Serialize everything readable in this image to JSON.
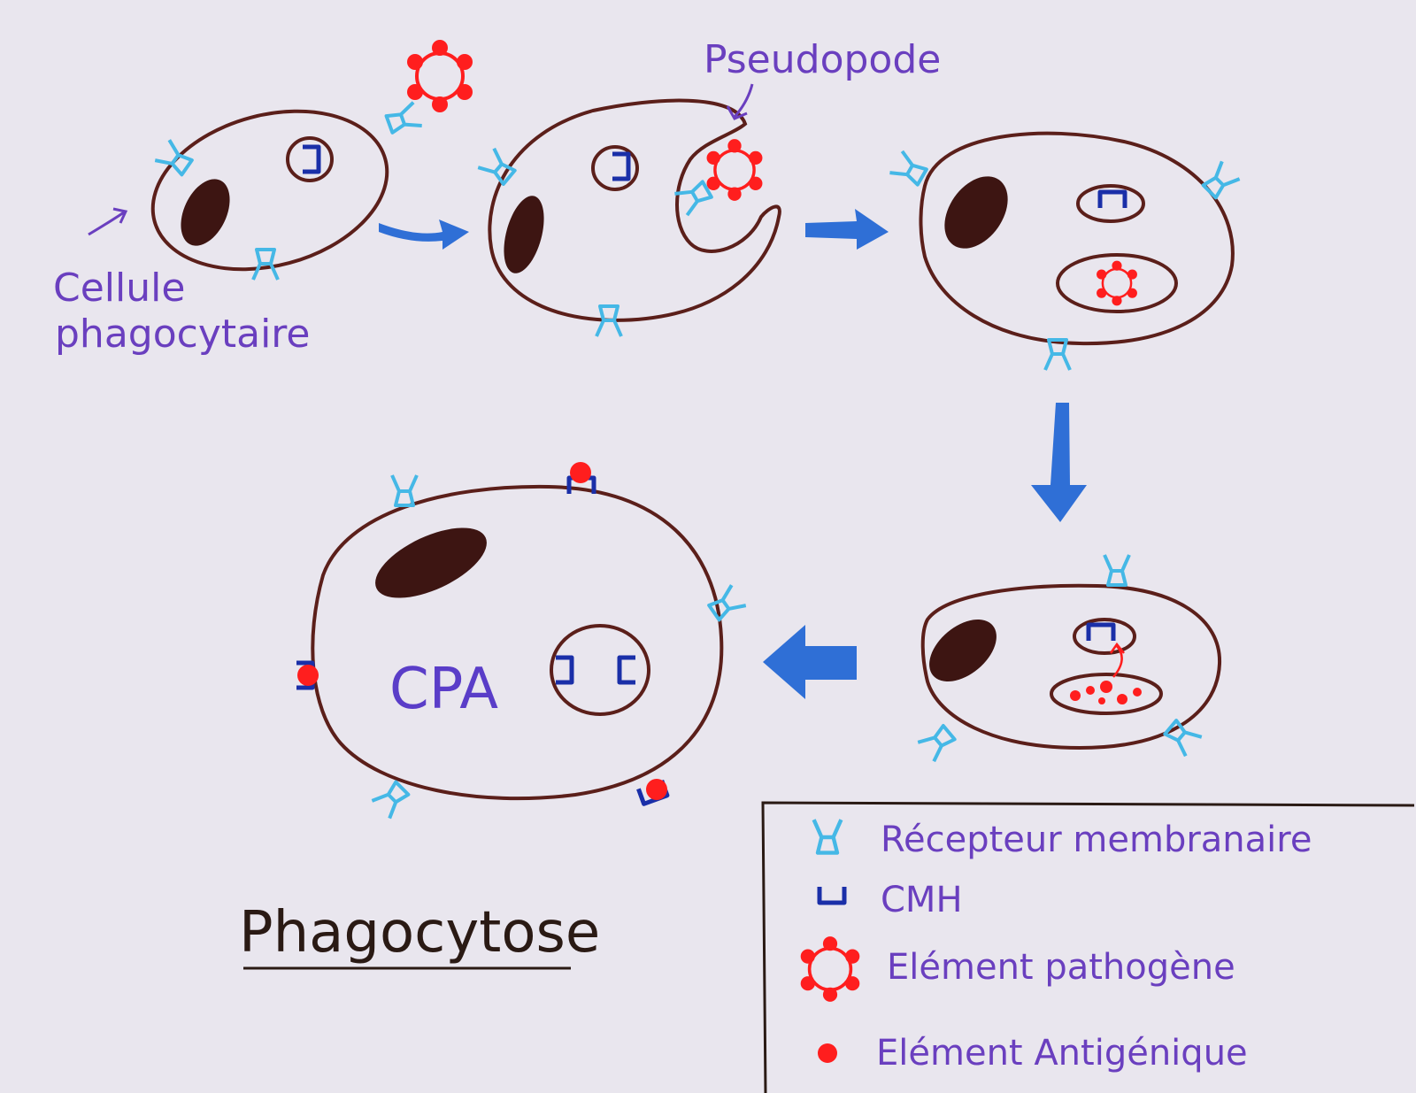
{
  "labels": {
    "cell_line1": "Cellule",
    "cell_line2": "phagocytaire",
    "pseudopode": "Pseudopode",
    "cpa": "CPA",
    "title": "Phagocytose"
  },
  "legend": {
    "receptor": "Récepteur membranaire",
    "cmh": "CMH",
    "pathogen": "Elément pathogène",
    "antigen": "Elément Antigénique"
  },
  "colors": {
    "membrane": "#5b1f1a",
    "nucleus": "#3d1512",
    "receptor": "#45b8e6",
    "cmh": "#1a2fa8",
    "pathogen": "#ff1e1e",
    "arrow": "#2f6fd6",
    "label": "#6a3fbf",
    "background": "#e9e6ee"
  }
}
